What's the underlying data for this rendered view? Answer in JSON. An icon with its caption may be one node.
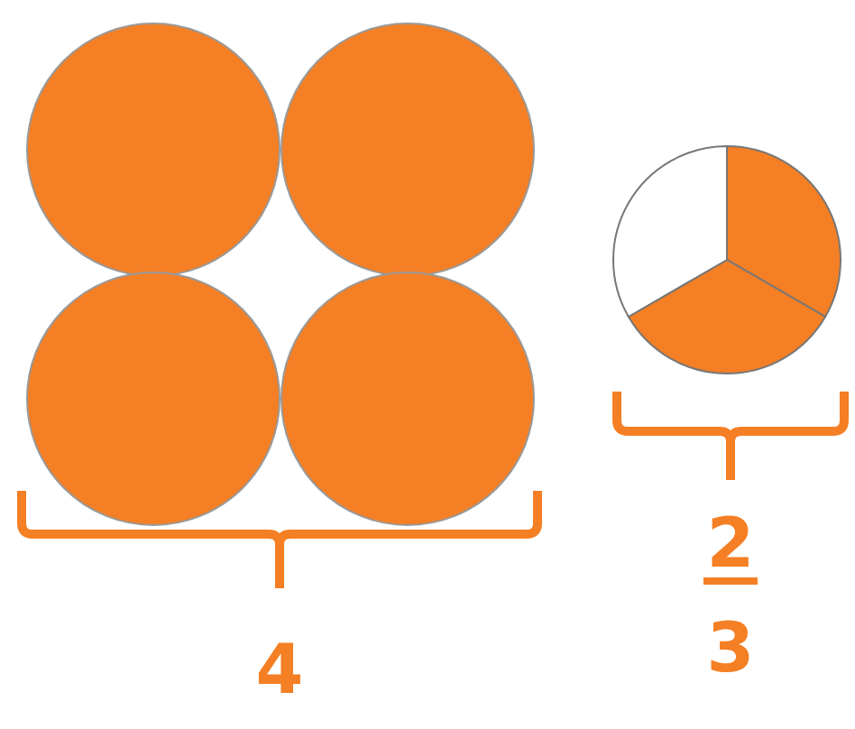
{
  "diagram": {
    "nodes": [
      {
        "text": [],
        "shape": "circle"
      },
      {
        "text": [],
        "shape": "circle"
      },
      {
        "text": [],
        "shape": "circle"
      },
      {
        "text": [],
        "shape": "circle"
      },
      {
        "text": [],
        "shape": "circle"
      }
    ],
    "labels": [
      "4",
      "2",
      "3"
    ]
  }
}
